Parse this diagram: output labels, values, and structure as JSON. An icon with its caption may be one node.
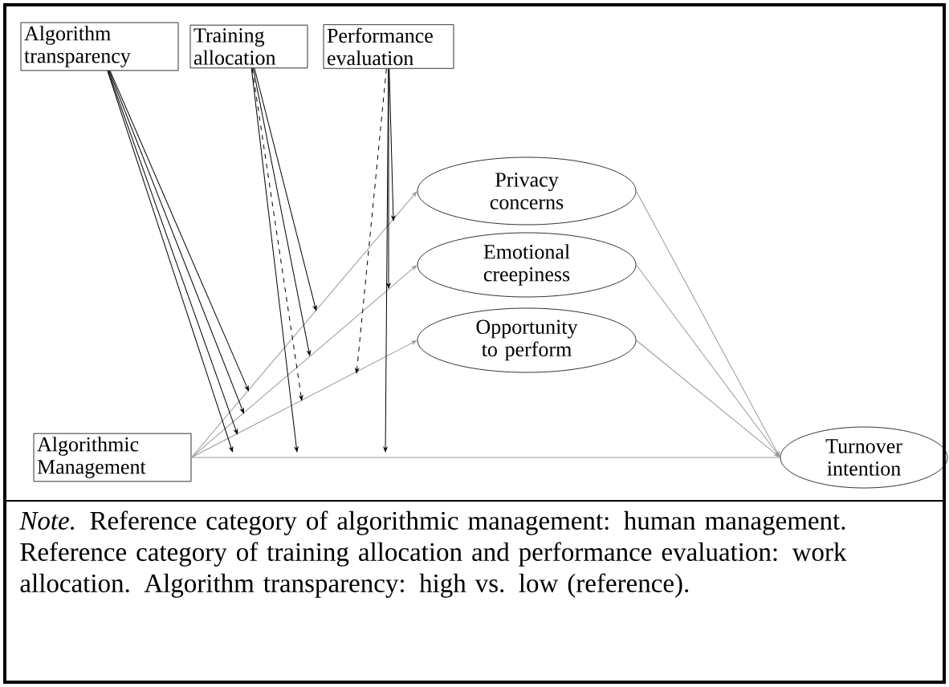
{
  "diagram": {
    "caption": "*Note.* Reference category of algorithmic management: human management. Reference category of training allocation and performance evaluation: work allocation. Algorithm transparency: high vs. low (reference).",
    "nodes": [
      {
        "text": [
          "Algorithm transparency"
        ]
      },
      {
        "text": [
          "Training allocation"
        ]
      },
      {
        "text": [
          "Performance evaluation"
        ]
      },
      {
        "text": [
          "Privacy concerns"
        ]
      },
      {
        "text": [
          "Emotional creepiness"
        ]
      },
      {
        "text": [
          "Opportunity to perform"
        ]
      },
      {
        "text": [
          "Algorithmic Management"
        ]
      },
      {
        "text": [
          "Turnover intention"
        ]
      }
    ],
    "edges": [
      {
        "from": 6,
        "to": 3,
        "arrow": "to",
        "color": "#999999"
      },
      {
        "from": 6,
        "to": 4,
        "arrow": "to",
        "color": "#999999"
      },
      {
        "from": 6,
        "to": 5,
        "arrow": "to",
        "color": "#999999"
      },
      {
        "from": 6,
        "to": 7,
        "arrow": "none",
        "color": "#999999"
      },
      {
        "from": 3,
        "to": 7,
        "arrow": "to",
        "color": "#999999"
      },
      {
        "from": 4,
        "to": 7,
        "arrow": "to",
        "color": "#999999"
      },
      {
        "from": 5,
        "to": 7,
        "arrow": "to",
        "color": "#999999"
      },
      {
        "from": 0,
        "to": null,
        "arrow": "to"
      },
      {
        "from": 0,
        "to": null,
        "arrow": "to"
      },
      {
        "from": 0,
        "to": null,
        "arrow": "to"
      },
      {
        "from": 0,
        "to": null,
        "arrow": "to"
      },
      {
        "from": 1,
        "to": null,
        "arrow": "to"
      },
      {
        "from": 1,
        "to": null,
        "arrow": "to"
      },
      {
        "from": 1,
        "to": null,
        "arrow": "to",
        "style": "dashed"
      },
      {
        "from": 1,
        "to": null,
        "arrow": "to"
      },
      {
        "from": 2,
        "to": null,
        "arrow": "to"
      },
      {
        "from": 2,
        "to": null,
        "arrow": "to"
      },
      {
        "from": 2,
        "to": null,
        "arrow": "to",
        "style": "dashed"
      },
      {
        "from": 2,
        "to": null,
        "arrow": "to"
      }
    ]
  }
}
